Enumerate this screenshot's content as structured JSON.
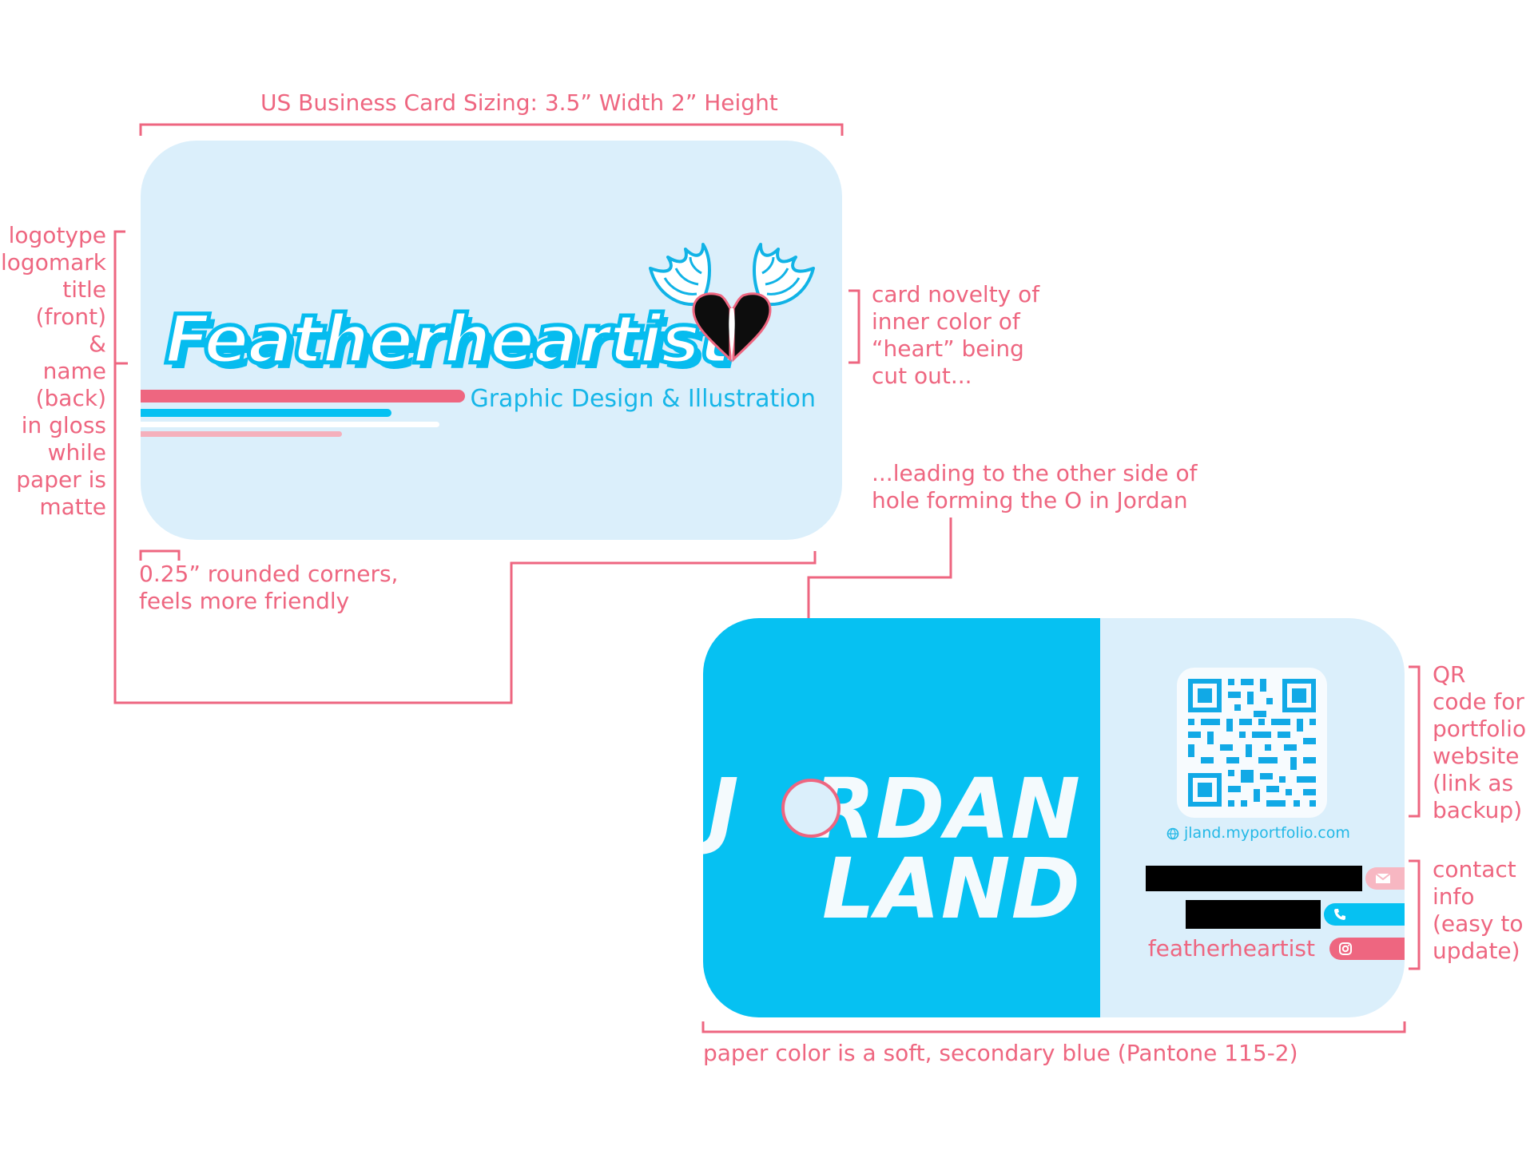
{
  "annotations": {
    "sizing": "US Business Card Sizing: 3.5” Width 2” Height",
    "logo_note": [
      "logotype",
      "logomark",
      "title",
      "(front)",
      "&",
      "name",
      "(back)",
      "in gloss",
      "while",
      "paper is",
      "matte"
    ],
    "novelty_note": [
      "card novelty of",
      "inner color of",
      "“heart” being",
      "cut out..."
    ],
    "hole_note": [
      "...leading to the other side of",
      "hole forming the O in Jordan"
    ],
    "corners_note": [
      "0.25” rounded corners,",
      "feels more friendly"
    ],
    "qr_note": [
      "QR",
      "code for",
      "portfolio",
      "website",
      "(link as",
      "backup)"
    ],
    "contact_note": [
      "contact",
      "info",
      "(easy to",
      "update)"
    ],
    "paper_note": "paper color is a soft, secondary blue (Pantone 115-2)"
  },
  "front_card": {
    "logotype": "Featherheartist",
    "tagline": "Graphic Design & Illustration",
    "logomark_icon": "winged-heart-icon"
  },
  "back_card": {
    "name_line1_left": "J",
    "name_line1_hole": "O",
    "name_line1_right": "RDAN",
    "name_line2": "LAND",
    "url": "jland.myportfolio.com",
    "handle": "featherheartist",
    "icons": [
      "globe-icon",
      "mail-icon",
      "phone-icon",
      "instagram-icon",
      "qr-code-icon"
    ]
  },
  "colors": {
    "accent_pink": "#ee6680",
    "cyan": "#06c1f2",
    "paper_blue": "#dbeffb",
    "heart": "#0d0d0d"
  }
}
